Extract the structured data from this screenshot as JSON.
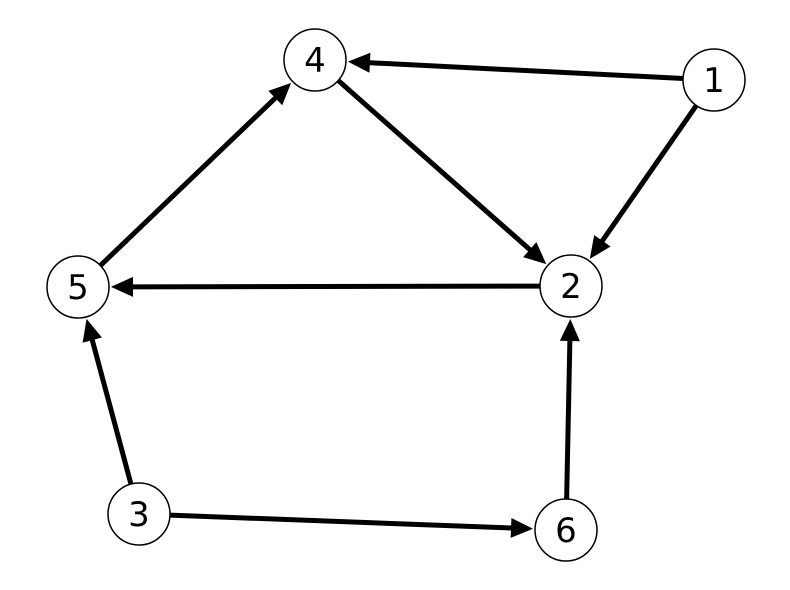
{
  "graph": {
    "directed": true,
    "nodes": [
      {
        "id": "1",
        "label": "1"
      },
      {
        "id": "2",
        "label": "2"
      },
      {
        "id": "3",
        "label": "3"
      },
      {
        "id": "4",
        "label": "4"
      },
      {
        "id": "5",
        "label": "5"
      },
      {
        "id": "6",
        "label": "6"
      }
    ],
    "edges": [
      {
        "from": "1",
        "to": "4"
      },
      {
        "from": "1",
        "to": "2"
      },
      {
        "from": "4",
        "to": "2"
      },
      {
        "from": "2",
        "to": "5"
      },
      {
        "from": "5",
        "to": "4"
      },
      {
        "from": "3",
        "to": "5"
      },
      {
        "from": "3",
        "to": "6"
      },
      {
        "from": "6",
        "to": "2"
      }
    ],
    "colors": {
      "edge": "#000000",
      "node_fill": "#ffffff",
      "node_stroke": "#000000",
      "label": "#000000"
    }
  }
}
